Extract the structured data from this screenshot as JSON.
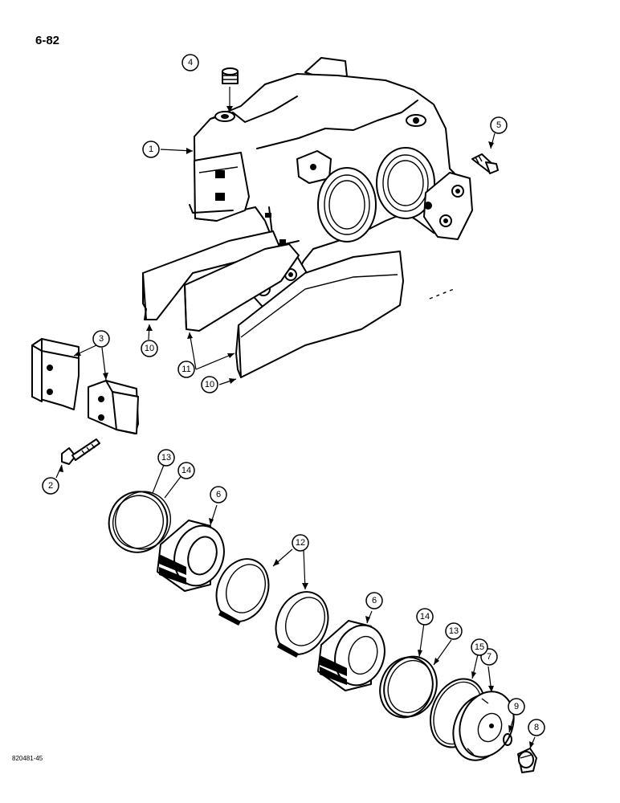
{
  "page": {
    "number": "6-82",
    "drawing_code": "820481-45"
  },
  "callouts": [
    {
      "id": "c1",
      "label": "1"
    },
    {
      "id": "c2",
      "label": "2"
    },
    {
      "id": "c3",
      "label": "3"
    },
    {
      "id": "c4",
      "label": "4"
    },
    {
      "id": "c5",
      "label": "5"
    },
    {
      "id": "c6a",
      "label": "6"
    },
    {
      "id": "c6b",
      "label": "6"
    },
    {
      "id": "c7",
      "label": "7"
    },
    {
      "id": "c8",
      "label": "8"
    },
    {
      "id": "c9",
      "label": "9"
    },
    {
      "id": "c10a",
      "label": "10"
    },
    {
      "id": "c10b",
      "label": "10"
    },
    {
      "id": "c11",
      "label": "11"
    },
    {
      "id": "c12",
      "label": "12"
    },
    {
      "id": "c13a",
      "label": "13"
    },
    {
      "id": "c13b",
      "label": "13"
    },
    {
      "id": "c14a",
      "label": "14"
    },
    {
      "id": "c14b",
      "label": "14"
    },
    {
      "id": "c15",
      "label": "15"
    }
  ]
}
